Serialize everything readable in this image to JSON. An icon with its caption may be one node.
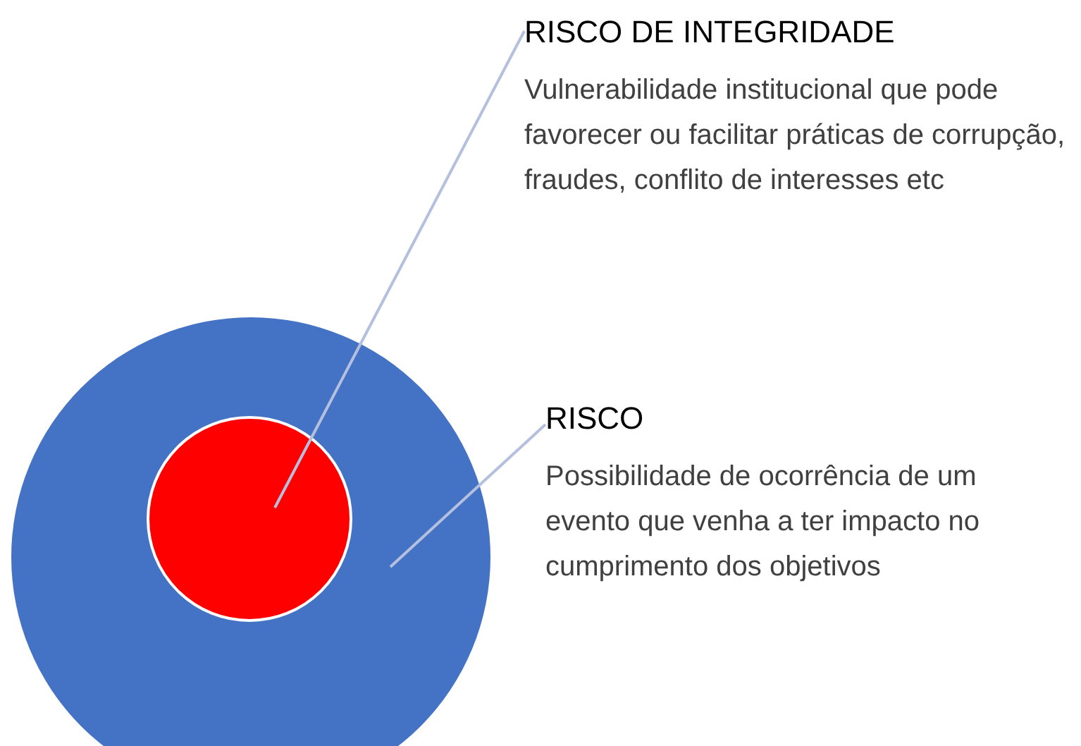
{
  "diagram": {
    "nodes": [
      {
        "text": [
          "RISCO DE INTEGRIDADE",
          "Vulnerabilidade institucional que pode favorecer ou facilitar práticas de corrupção, fraudes, conflito de interesses etc"
        ]
      },
      {
        "text": [],
        "shape": "circle"
      },
      {
        "text": [],
        "shape": "circle",
        "in": 1
      },
      {
        "text": [
          "RISCO",
          "Possibilidade de ocorrência de um evento que venha a ter impacto no cumprimento dos objetivos"
        ]
      }
    ],
    "edges": [
      {
        "from": 0,
        "to": 2,
        "arrow": "none"
      },
      {
        "from": 3,
        "to": 1,
        "arrow": "none"
      }
    ]
  }
}
